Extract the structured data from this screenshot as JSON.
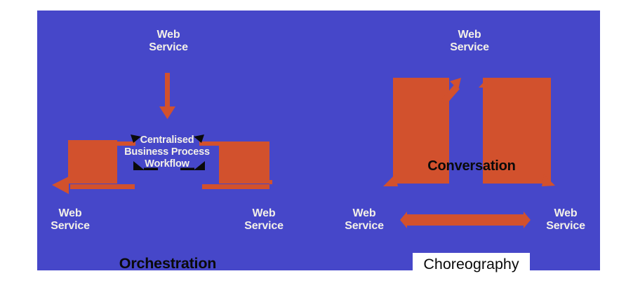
{
  "colors": {
    "page_background": "#ffffff",
    "panel": "#4647C9",
    "arrow": "#D2512D",
    "bracket": "#0a0a0a",
    "service_text": "#F3F0E8",
    "title_text": "#0a0a0a",
    "choreography_box": "#ffffff"
  },
  "orchestration": {
    "top_service": "Web\nService",
    "workflow": "Centralised\nBusiness Process\nWorkflow",
    "bottom_left_service": "Web\nService",
    "bottom_right_service": "Web\nService",
    "title": "Orchestration"
  },
  "choreography": {
    "top_service": "Web\nService",
    "conversation": "Conversation",
    "bottom_left_service": "Web\nService",
    "bottom_right_service": "Web\nService",
    "title": "Choreography"
  }
}
